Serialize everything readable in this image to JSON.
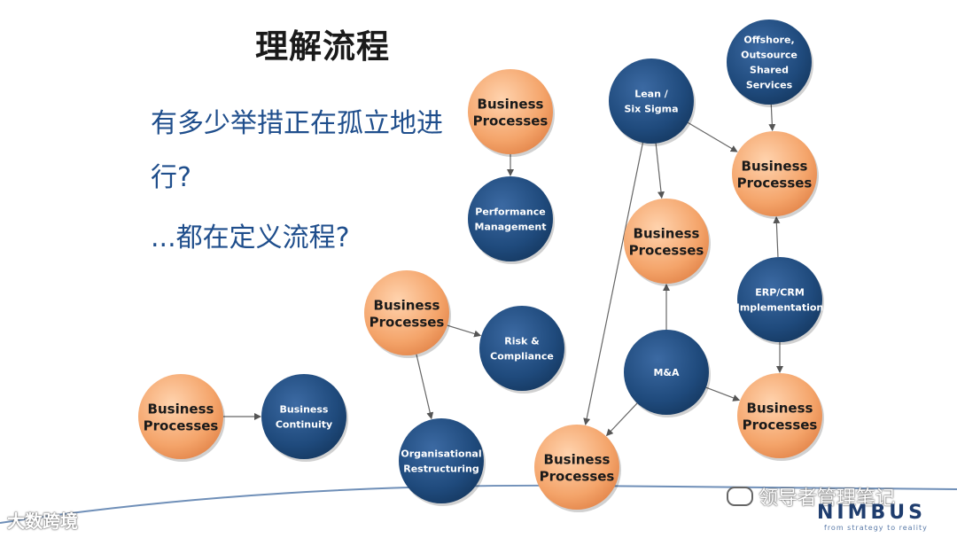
{
  "title": "理解流程",
  "questions": {
    "line1": "有多少举措正在孤立地进",
    "line2": "行?",
    "line3": "...都在定义流程?"
  },
  "colors": {
    "orange": "#f4a46a",
    "blue": "#1f4a7c",
    "text_blue": "#1f4e8c"
  },
  "nodes": [
    {
      "id": "bp1",
      "type": "orange",
      "lines": [
        "Business",
        "Processes"
      ]
    },
    {
      "id": "pm",
      "type": "blue",
      "lines": [
        "Performance",
        "Management"
      ]
    },
    {
      "id": "lean",
      "type": "blue",
      "lines": [
        "Lean /",
        "Six Sigma"
      ]
    },
    {
      "id": "offshore",
      "type": "blue",
      "lines": [
        "Offshore,",
        "Outsource",
        "Shared",
        "Services"
      ]
    },
    {
      "id": "bp2",
      "type": "orange",
      "lines": [
        "Business",
        "Processes"
      ]
    },
    {
      "id": "bp3",
      "type": "orange",
      "lines": [
        "Business",
        "Processes"
      ]
    },
    {
      "id": "erp",
      "type": "blue",
      "lines": [
        "ERP/CRM",
        "Implementation"
      ]
    },
    {
      "id": "bp4",
      "type": "orange",
      "lines": [
        "Business",
        "Processes"
      ]
    },
    {
      "id": "risk",
      "type": "blue",
      "lines": [
        "Risk &",
        "Compliance"
      ]
    },
    {
      "id": "ma",
      "type": "blue",
      "lines": [
        "M&A"
      ]
    },
    {
      "id": "bp5",
      "type": "orange",
      "lines": [
        "Business",
        "Processes"
      ]
    },
    {
      "id": "bp6",
      "type": "orange",
      "lines": [
        "Business",
        "Processes"
      ]
    },
    {
      "id": "bc",
      "type": "blue",
      "lines": [
        "Business",
        "Continuity"
      ]
    },
    {
      "id": "org",
      "type": "blue",
      "lines": [
        "Organisational",
        "Restructuring"
      ]
    },
    {
      "id": "bp7",
      "type": "orange",
      "lines": [
        "Business",
        "Processes"
      ]
    }
  ],
  "edges": [
    {
      "from": "bp1",
      "to": "pm"
    },
    {
      "from": "offshore",
      "to": "bp2"
    },
    {
      "from": "lean",
      "to": "bp2"
    },
    {
      "from": "lean",
      "to": "bp3"
    },
    {
      "from": "lean",
      "to": "bp7"
    },
    {
      "from": "erp",
      "to": "bp2"
    },
    {
      "from": "erp",
      "to": "bp5"
    },
    {
      "from": "bp4",
      "to": "risk"
    },
    {
      "from": "bp4",
      "to": "org"
    },
    {
      "from": "ma",
      "to": "bp3"
    },
    {
      "from": "ma",
      "to": "bp5"
    },
    {
      "from": "ma",
      "to": "bp7"
    },
    {
      "from": "bp6",
      "to": "bc"
    }
  ],
  "watermarks": {
    "left": "大数跨境",
    "right": "领导者管理笔记"
  },
  "logo": {
    "name": "NIMBUS",
    "tagline": "from strategy to reality"
  }
}
